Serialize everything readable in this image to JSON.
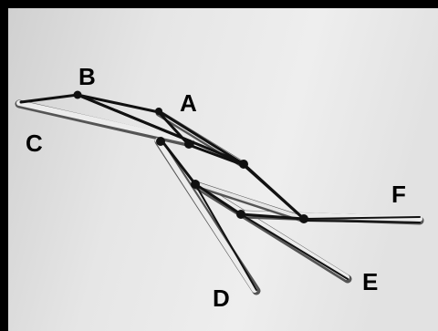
{
  "labels": {
    "a": "A",
    "b": "B",
    "c": "C",
    "d": "D",
    "e": "E",
    "f": "F"
  },
  "colors": {
    "frame": "#000000",
    "background_light": "#e8e8e8",
    "background_dark": "#c9c9c9",
    "stick_light": "#e9e9e9",
    "stick_shadow": "#5a5a5a",
    "band": "#111111"
  }
}
